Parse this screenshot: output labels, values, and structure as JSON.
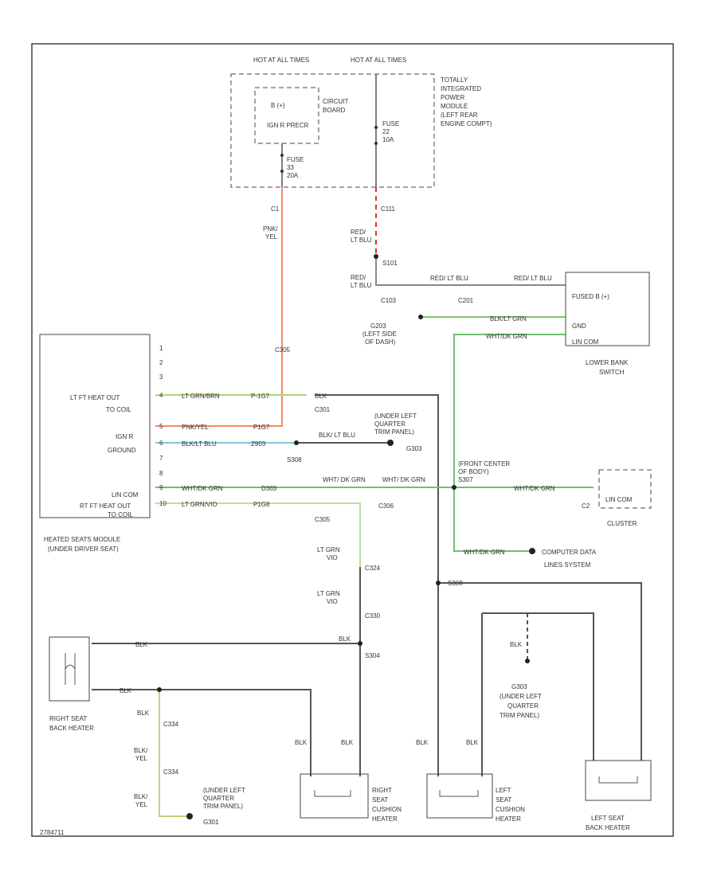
{
  "colors": {
    "pink_yel": "#f08a6a",
    "red_lt_blu": "#e03030",
    "lt_grn_brn": "#a8d870",
    "blk_lt_blu": "#80c8d8",
    "wht_dk_grn": "#70c070",
    "lt_grn_vio": "#b8e0a0",
    "blk_yel": "#c8d070",
    "default": "#555555"
  },
  "top": {
    "hot_1": "HOT AT ALL TIMES",
    "hot_2": "HOT AT ALL TIMES",
    "module": [
      "TOTALLY",
      "INTEGRATED",
      "POWER",
      "MODULE",
      "(LEFT REAR",
      "ENGINE COMPT)"
    ],
    "bplus": "B (+)",
    "ignr": "IGN R PRECR",
    "circuit_board": [
      "CIRCUIT",
      "BOARD"
    ],
    "fuse_left": [
      "FUSE",
      "33",
      "20A"
    ],
    "fuse_right": [
      "FUSE",
      "22",
      "10A"
    ]
  },
  "wires": {
    "c1": "C1",
    "c111": "C111",
    "pnk_yel": [
      "PNK/",
      "YEL"
    ],
    "red_lt_blu_1": [
      "RED/",
      "LT BLU"
    ],
    "s101": "S101",
    "red_lt_blu_2": [
      "RED/",
      "LT BLU"
    ],
    "c103": "C103",
    "c201": "C201",
    "red_lt_blu_3": "RED/ LT BLU",
    "red_lt_blu_4": "RED/ LT BLU",
    "g203_lbl": [
      "G203",
      "(LEFT SIDE",
      "OF DASH)"
    ],
    "blk_lt_grn": "BLK/LT GRN",
    "wht_dk_grn_1": "WHT/DK GRN",
    "c305": "C305",
    "c301": "C301",
    "blk": "BLK",
    "blk_lt_blu": "BLK/ LT BLU",
    "s308": "S308",
    "g303_lbl": [
      "(UNDER LEFT",
      "QUARTER",
      "TRIM PANEL)",
      "G303"
    ],
    "wht_dk_grn_2": "WHT/ DK GRN",
    "wht_dk_grn_3": "WHT/ DK GRN",
    "c306": "C306",
    "c305b": "C305",
    "front_center": [
      "(FRONT CENTER",
      "OF BODY)",
      "S307"
    ],
    "wht_dk_grn_4": "WHT/DK GRN",
    "c2": "C2",
    "wht_dk_grn_5": "WHT/DK GRN",
    "computer_data": [
      "COMPUTER DATA",
      "LINES SYSTEM"
    ],
    "lt_grn_vio_1": [
      "LT GRN",
      "VIO"
    ],
    "c324": "C324",
    "lt_grn_vio_2": [
      "LT GRN",
      "VIO"
    ],
    "c330": "C330",
    "s308b": "S308",
    "s304": "S304",
    "blk_2": "BLK",
    "blk_3": "BLK",
    "blk_4": "BLK",
    "c334": "C334",
    "blk_yel_1": [
      "BLK/",
      "YEL"
    ],
    "c334b": "C334",
    "blk_yel_2": [
      "BLK/",
      "YEL"
    ],
    "g301_lbl": [
      "(UNDER LEFT",
      "QUARTER",
      "TRIM PANEL)",
      "G301"
    ],
    "g303b_lbl": [
      "G303",
      "(UNDER LEFT",
      "QUARTER",
      "TRIM PANEL)"
    ],
    "blk_5": "BLK",
    "blk_6": "BLK",
    "blk_7": "BLK",
    "blk_8": "BLK",
    "blk_9": "BLK",
    "blk_10": "BLK"
  },
  "module_left": {
    "pins": [
      "1",
      "2",
      "3",
      "4",
      "5",
      "6",
      "7",
      "8",
      "9",
      "10"
    ],
    "labels": [
      "LT FT HEAT OUT",
      "TO COIL",
      "IGN R",
      "GROUND",
      "LIN COM",
      "RT FT HEAT OUT",
      "TO COIL"
    ],
    "caption": [
      "HEATED SEATS MODULE",
      "(UNDER DRIVER SEAT)"
    ],
    "w1": "LT GRN/BRN",
    "w1b": "P-1G7",
    "w2": "PNK/YEL",
    "w2b": "P1G7",
    "w3": "BLK/LT BLU",
    "w3b": "Z903",
    "w4": "WHT/DK GRN",
    "w4b": "D303",
    "w5": "LT GRN/VIO",
    "w5b": "P1G8"
  },
  "switch": {
    "lines": [
      "FUSED B (+)",
      "GND",
      "LIN COM"
    ],
    "caption": [
      "LOWER BANK",
      "SWITCH"
    ]
  },
  "cluster": {
    "line": "LIN COM",
    "caption": "CLUSTER"
  },
  "heaters": {
    "right_back": [
      "RIGHT SEAT",
      "BACK HEATER"
    ],
    "right_cushion": [
      "RIGHT",
      "SEAT",
      "CUSHION",
      "HEATER"
    ],
    "left_cushion": [
      "LEFT",
      "SEAT",
      "CUSHION",
      "HEATER"
    ],
    "left_back": [
      "LEFT SEAT",
      "BACK HEATER"
    ]
  },
  "footer_code": "2784711"
}
